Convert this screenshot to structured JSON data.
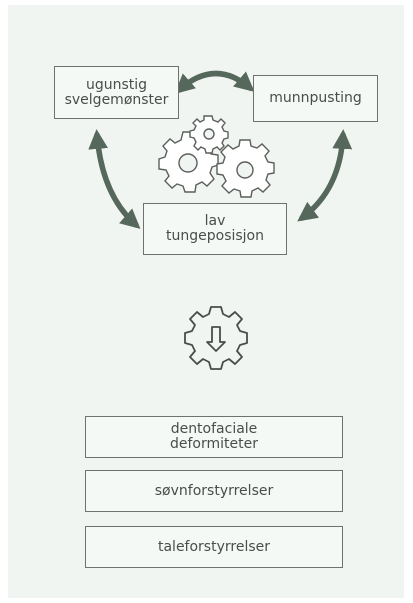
{
  "cycle": {
    "node_swallowing": [
      "ugunstig",
      "svelgemønster"
    ],
    "node_mouth_breathing": "munnpusting",
    "node_tongue": [
      "lav",
      "tungeposisjon"
    ]
  },
  "outcomes": {
    "items": [
      [
        "dentofaciale",
        "deformiteter"
      ],
      [
        "søvnforstyrrelser"
      ],
      [
        "taleforstyrrelser"
      ]
    ]
  },
  "colors": {
    "background_panel": "#f0f5f1",
    "arrow": "#56675c",
    "gear_fill": "#ffffff",
    "gear_stroke": "#5c5f5c",
    "box_border": "#6f716f",
    "text": "#4a4d4a"
  },
  "icons": [
    "gears-icon",
    "gear-down-arrow-icon",
    "double-arrow-icon"
  ]
}
